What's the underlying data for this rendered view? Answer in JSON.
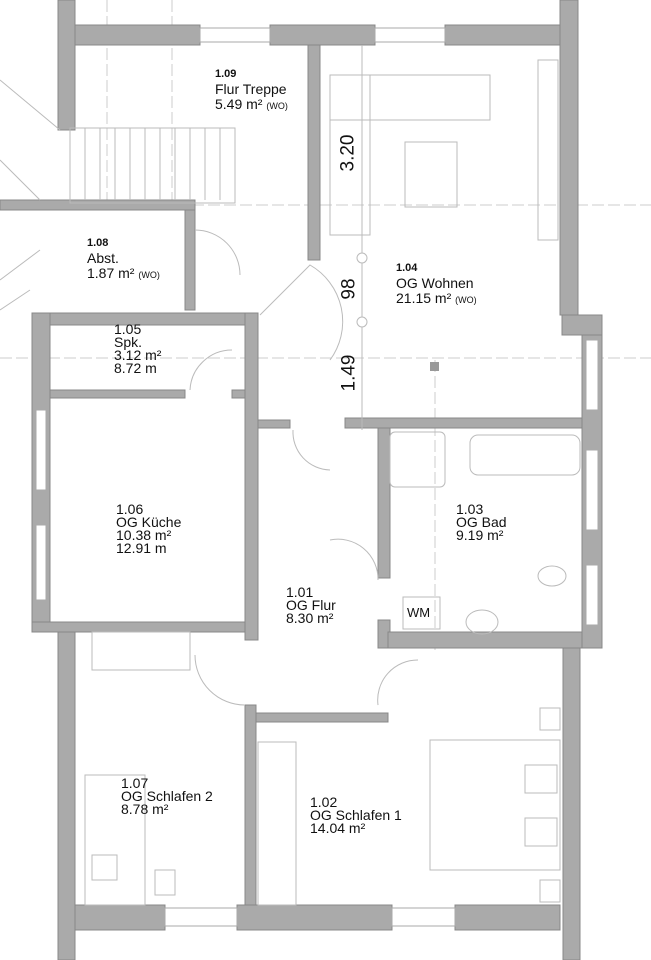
{
  "rooms": [
    {
      "number": "1.09",
      "name": "Flur Treppe",
      "area": "5.49 m²",
      "tag": "(WO)"
    },
    {
      "number": "1.08",
      "name": "Abst.",
      "area": "1.87 m²",
      "tag": "(WO)"
    },
    {
      "number": "1.04",
      "name": "OG Wohnen",
      "area": "21.15 m²",
      "tag": "(WO)"
    },
    {
      "number": "1.05",
      "name": "Spk.",
      "area": "3.12 m²",
      "perimeter": "8.72 m"
    },
    {
      "number": "1.06",
      "name": "OG Küche",
      "area": "10.38 m²",
      "perimeter": "12.91 m"
    },
    {
      "number": "1.03",
      "name": "OG Bad",
      "area": "9.19 m²"
    },
    {
      "number": "1.01",
      "name": "OG Flur",
      "area": "8.30 m²"
    },
    {
      "number": "1.07",
      "name": "OG Schlafen 2",
      "area": "8.78 m²"
    },
    {
      "number": "1.02",
      "name": "OG Schlafen 1",
      "area": "14.04 m²"
    }
  ],
  "dimensions": [
    "3.20",
    "98",
    "1.49"
  ],
  "fixtures": {
    "washing_machine": "WM"
  },
  "colors": {
    "wall": "#aaaaaa",
    "wall_edge": "#888888",
    "line": "#bbbbbb"
  }
}
